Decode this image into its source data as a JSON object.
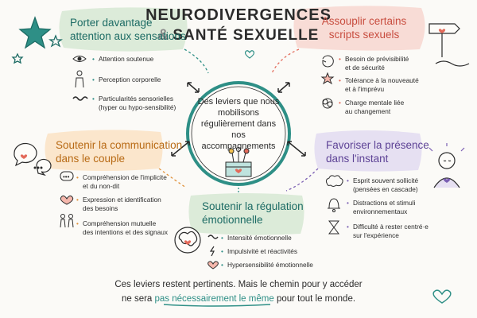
{
  "title": {
    "line1": "NEURODIVERGENCES",
    "amp": "&",
    "line2": "SANTÉ SEXUELLE"
  },
  "center": {
    "text": "Des leviers que nous mobilisons régulièrement dans nos accompagnements"
  },
  "sections": {
    "sensations": {
      "heading": [
        "Porter davantage",
        "attention aux sensations"
      ],
      "items": [
        {
          "icon": "eye-icon",
          "text": "Attention soutenue"
        },
        {
          "icon": "body-outline-icon",
          "text": "Perception corporelle"
        },
        {
          "icon": "squiggle-icon",
          "text": "Particularités sensorielles",
          "text2": "(hyper ou hypo-sensibilité)"
        }
      ]
    },
    "scripts": {
      "heading": [
        "Assouplir certains",
        "scripts sexuels"
      ],
      "items": [
        {
          "icon": "cycle-arrows-icon",
          "text": "Besoin de prévisibilité",
          "text2": "et de sécurité"
        },
        {
          "icon": "star-icon",
          "text": "Tolérance à la nouveauté",
          "text2": "et à l'imprévu"
        },
        {
          "icon": "tangle-icon",
          "text": "Charge mentale liée",
          "text2": "au changement"
        }
      ]
    },
    "communication": {
      "heading": [
        "Soutenir la communication",
        "dans le couple"
      ],
      "items": [
        {
          "icon": "ellipsis-bubble-icon",
          "text": "Compréhension de l'implicite",
          "text2": "et du non-dit"
        },
        {
          "icon": "heart-icon",
          "text": "Expression et identification",
          "text2": "des besoins"
        },
        {
          "icon": "two-people-icon",
          "text": "Compréhension mutuelle",
          "text2": "des intentions et des signaux"
        }
      ]
    },
    "presence": {
      "heading": [
        "Favoriser la présence",
        "dans l'instant"
      ],
      "items": [
        {
          "icon": "thought-cloud-icon",
          "text": "Esprit souvent sollicité",
          "text2": "(pensées en cascade)"
        },
        {
          "icon": "bell-icon",
          "text": "Distractions et stimuli",
          "text2": "environnementaux"
        },
        {
          "icon": "hourglass-icon",
          "text": "Difficulté à rester centré·e",
          "text2": "sur l'expérience"
        }
      ]
    },
    "regulation": {
      "heading": [
        "Soutenir la régulation",
        "émotionnelle"
      ],
      "items": [
        {
          "icon": "wave-icon",
          "text": "Intensité émotionnelle"
        },
        {
          "icon": "lightning-icon",
          "text": "Impulsivité et réactivités"
        },
        {
          "icon": "heart-outline-icon",
          "text": "Hypersensibilité émotionnelle"
        }
      ]
    }
  },
  "footer": {
    "line1": "Ces leviers restent pertinents. Mais le chemin pour y accéder",
    "line2_pre": "ne sera",
    "line2_em": "pas nécessairement le même",
    "line2_post": "pour tout le monde."
  },
  "colors": {
    "green": "#dcebd9",
    "pink": "#f8dcd6",
    "peach": "#fbe6cc",
    "lavender": "#e6e0f2",
    "teal": "#2e8f86",
    "coral": "#e36a5a",
    "orange": "#e0913a",
    "purple": "#7b5fb3",
    "dark": "#2b2b2b"
  }
}
